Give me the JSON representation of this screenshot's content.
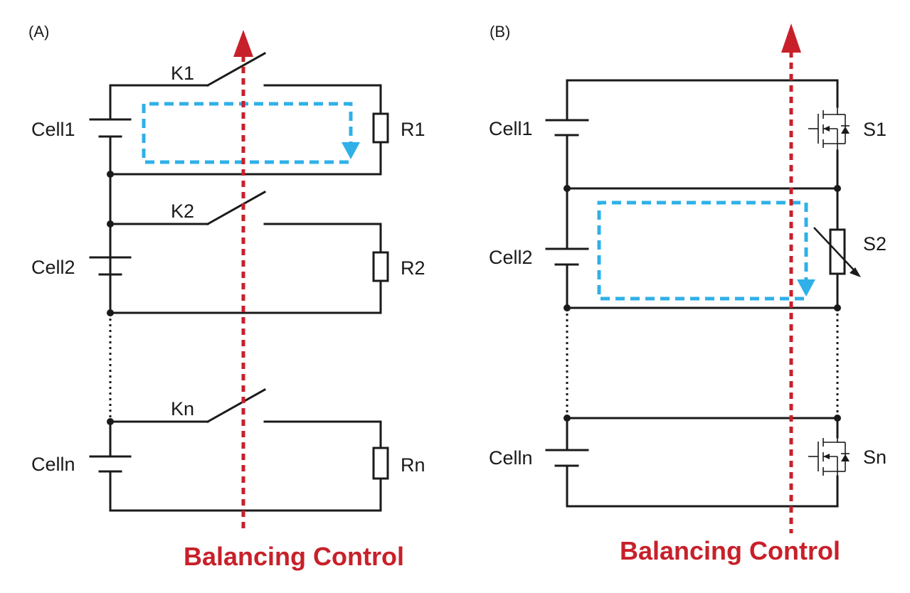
{
  "panel_a": {
    "label": "(A)",
    "cells": [
      "Cell1",
      "Cell2",
      "Celln"
    ],
    "switches": [
      "K1",
      "K2",
      "Kn"
    ],
    "resistors": [
      "R1",
      "R2",
      "Rn"
    ],
    "control_label": "Balancing Control"
  },
  "panel_b": {
    "label": "(B)",
    "cells": [
      "Cell1",
      "Cell2",
      "Celln"
    ],
    "switches": [
      "S1",
      "S2",
      "Sn"
    ],
    "control_label": "Balancing Control"
  },
  "colors": {
    "control_arrow": "#c8202a",
    "current_path": "#2fb0e8",
    "wire": "#1a1a1a"
  }
}
